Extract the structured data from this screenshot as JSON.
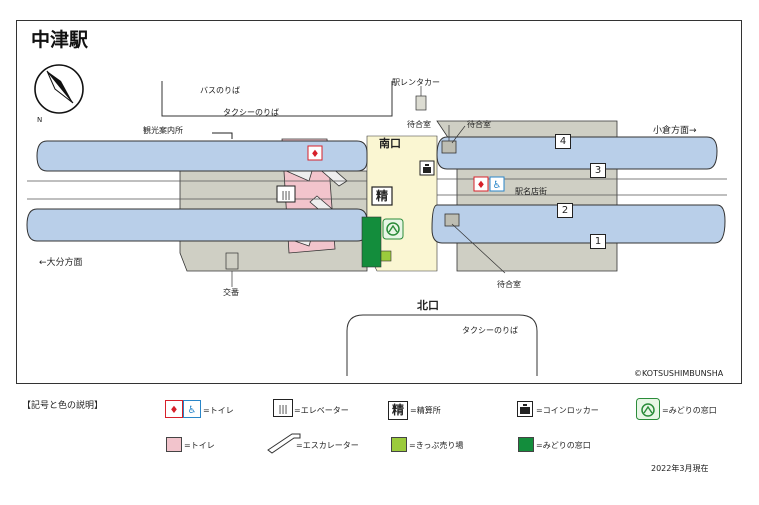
{
  "title": "中津駅",
  "map": {
    "labels": {
      "bus_stop": "バスのりば",
      "taxi_top": "タクシーのりば",
      "taxi_bottom": "タクシーのりば",
      "tourist_info": "観光案内所",
      "rental_car": "駅レンタカー",
      "waiting_room_a": "待合室",
      "waiting_room_b": "待合室",
      "waiting_room_c": "待合室",
      "south_exit": "南口",
      "north_exit": "北口",
      "kokura_direction": "小倉方面→",
      "oita_direction": "←大分方面",
      "station_shops": "駅名店街",
      "koban": "交番",
      "seisan_mark": "精",
      "copyright": "©KOTSUSHIMBUNSHA"
    },
    "tracks": [
      "4",
      "3",
      "2",
      "1"
    ]
  },
  "legend": {
    "heading": "【記号と色の説明】",
    "items": {
      "toilet": "=トイレ",
      "elevator": "=エレベーター",
      "seisan": "=精算所",
      "seisan_mark": "精",
      "locker": "=コインロッカー",
      "midori_icon": "=みどりの窓口",
      "toilet_color": "=トイレ",
      "escalator": "=エスカレーター",
      "ticket_color": "=きっぷ売り場",
      "midori_color": "=みどりの窓口"
    },
    "date": "2022年3月現在"
  },
  "colors": {
    "platform": "#b9cfe9",
    "toilet_area": "#f2c4cc",
    "concourse": "#faf6d2",
    "ticket_area": "#9bcb3c",
    "midori": "#138d3c",
    "building": "#cfcfc4",
    "toilet_red": "#d7202a",
    "accessible_blue": "#2a86c8"
  }
}
